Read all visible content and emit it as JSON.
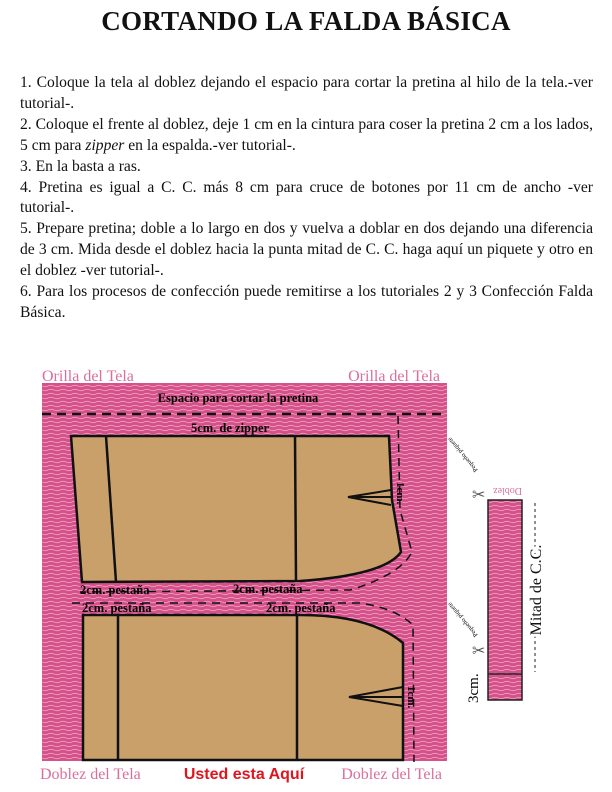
{
  "title": "CORTANDO LA FALDA BÁSICA",
  "steps": [
    {
      "text": "1. Coloque la tela al doblez dejando el espacio para cortar la pretina al hilo de la tela.-ver tutorial-."
    },
    {
      "pre": "2. Coloque el frente al doblez, deje 1 cm en la cintura para coser la pretina 2 cm a los lados, 5 cm para ",
      "em": "zipper",
      "post": " en la espalda.-ver tutorial-."
    },
    {
      "text": "3. En la basta a ras."
    },
    {
      "text": "4. Pretina es igual a C. C. más 8 cm para cruce de botones por 11 cm de ancho -ver tutorial-."
    },
    {
      "text": "5. Prepare pretina; doble a lo largo en dos y vuelva a doblar en dos dejando una diferencia de 3 cm. Mida desde el doblez hacia la punta mitad de C. C. haga aquí un piquete y otro en el doblez -ver tutorial-."
    },
    {
      "text": "6. Para los procesos de confección puede remitirse a los tutoriales 2 y 3 Confección Falda Básica."
    }
  ],
  "diagram": {
    "top_left_label": "Orilla del Tela",
    "top_right_label": "Orilla del Tela",
    "waistband_space": "Espacio para cortar la pretina",
    "zipper": "5cm. de zipper",
    "seam_top_left": "2cm. pestaña",
    "seam_top_right": "2cm. pestaña",
    "seam_bottom_left": "2cm. pestaña",
    "seam_bottom_right": "2cm. pestaña",
    "waist_top": "1cm.",
    "waist_bottom": "1cm.",
    "bottom_left_label": "Doblez del Tela",
    "bottom_center_label": "Usted esta Aquí",
    "bottom_right_label": "Doblez del Tela",
    "waistband": {
      "fold": "Doblez",
      "notch1": "Pequeño piquete",
      "notch2": "Pequeño piquete",
      "half_cc": "Mitad de C.C.",
      "overlap": "3cm."
    },
    "colors": {
      "fabric": "#d6508a",
      "pattern": "#c9a06a",
      "you_are_here": "#e0141e",
      "label_pink": "#d9709c"
    }
  }
}
